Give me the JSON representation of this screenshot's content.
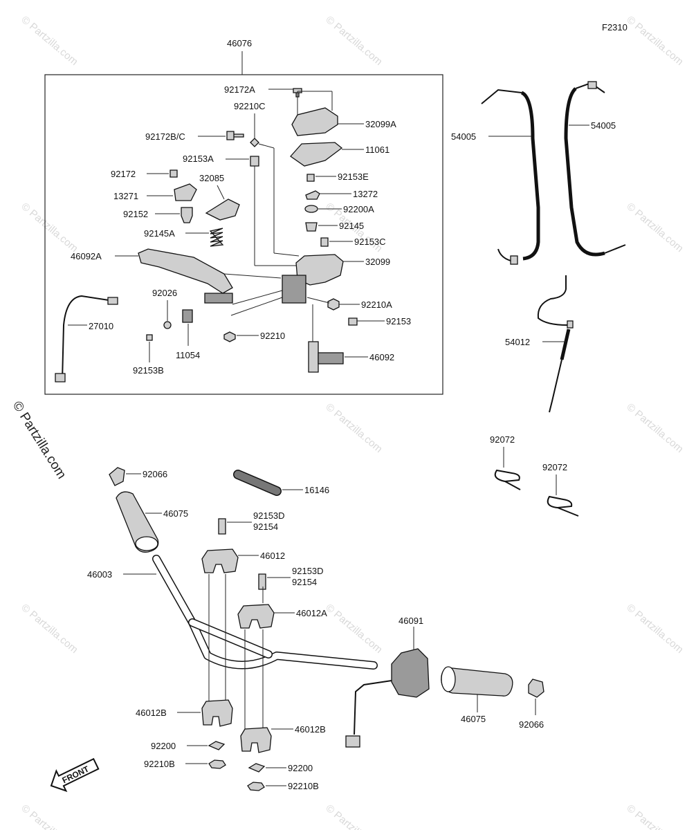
{
  "figure_code": "F2310",
  "watermark": "© Partzilla.com",
  "watermark_main": "© Partzilla.com",
  "front_arrow_label": "FRONT",
  "box_part": "46076",
  "labels": {
    "p92172A": "92172A",
    "p92210C": "92210C",
    "p32099A": "32099A",
    "p92172BC": "92172B/C",
    "p11061": "11061",
    "p92153A": "92153A",
    "p92153E": "92153E",
    "p92172": "92172",
    "p32085": "32085",
    "p13272": "13272",
    "p13271": "13271",
    "p92200A": "92200A",
    "p92152": "92152",
    "p92145": "92145",
    "p92145A": "92145A",
    "p92153C": "92153C",
    "p46092A": "46092A",
    "p32099": "32099",
    "p92026": "92026",
    "p92210A": "92210A",
    "p27010": "27010",
    "p92153": "92153",
    "p92210": "92210",
    "p46092": "46092",
    "p11054": "11054",
    "p92153B": "92153B",
    "p54005_left": "54005",
    "p54005_right": "54005",
    "p54012": "54012",
    "p92072_a": "92072",
    "p92072_b": "92072",
    "p92066_top": "92066",
    "p16146": "16146",
    "p46075_left": "46075",
    "p92153D_a": "92153D",
    "p92154_a": "92154",
    "p46012": "46012",
    "p46003": "46003",
    "p92153D_b": "92153D",
    "p92154_b": "92154",
    "p46012A": "46012A",
    "p46091": "46091",
    "p46012B_left": "46012B",
    "p46012B_right": "46012B",
    "p46075_right": "46075",
    "p92066_right": "92066",
    "p92200_left": "92200",
    "p92210B_left": "92210B",
    "p92200_right": "92200",
    "p92210B_right": "92210B"
  }
}
